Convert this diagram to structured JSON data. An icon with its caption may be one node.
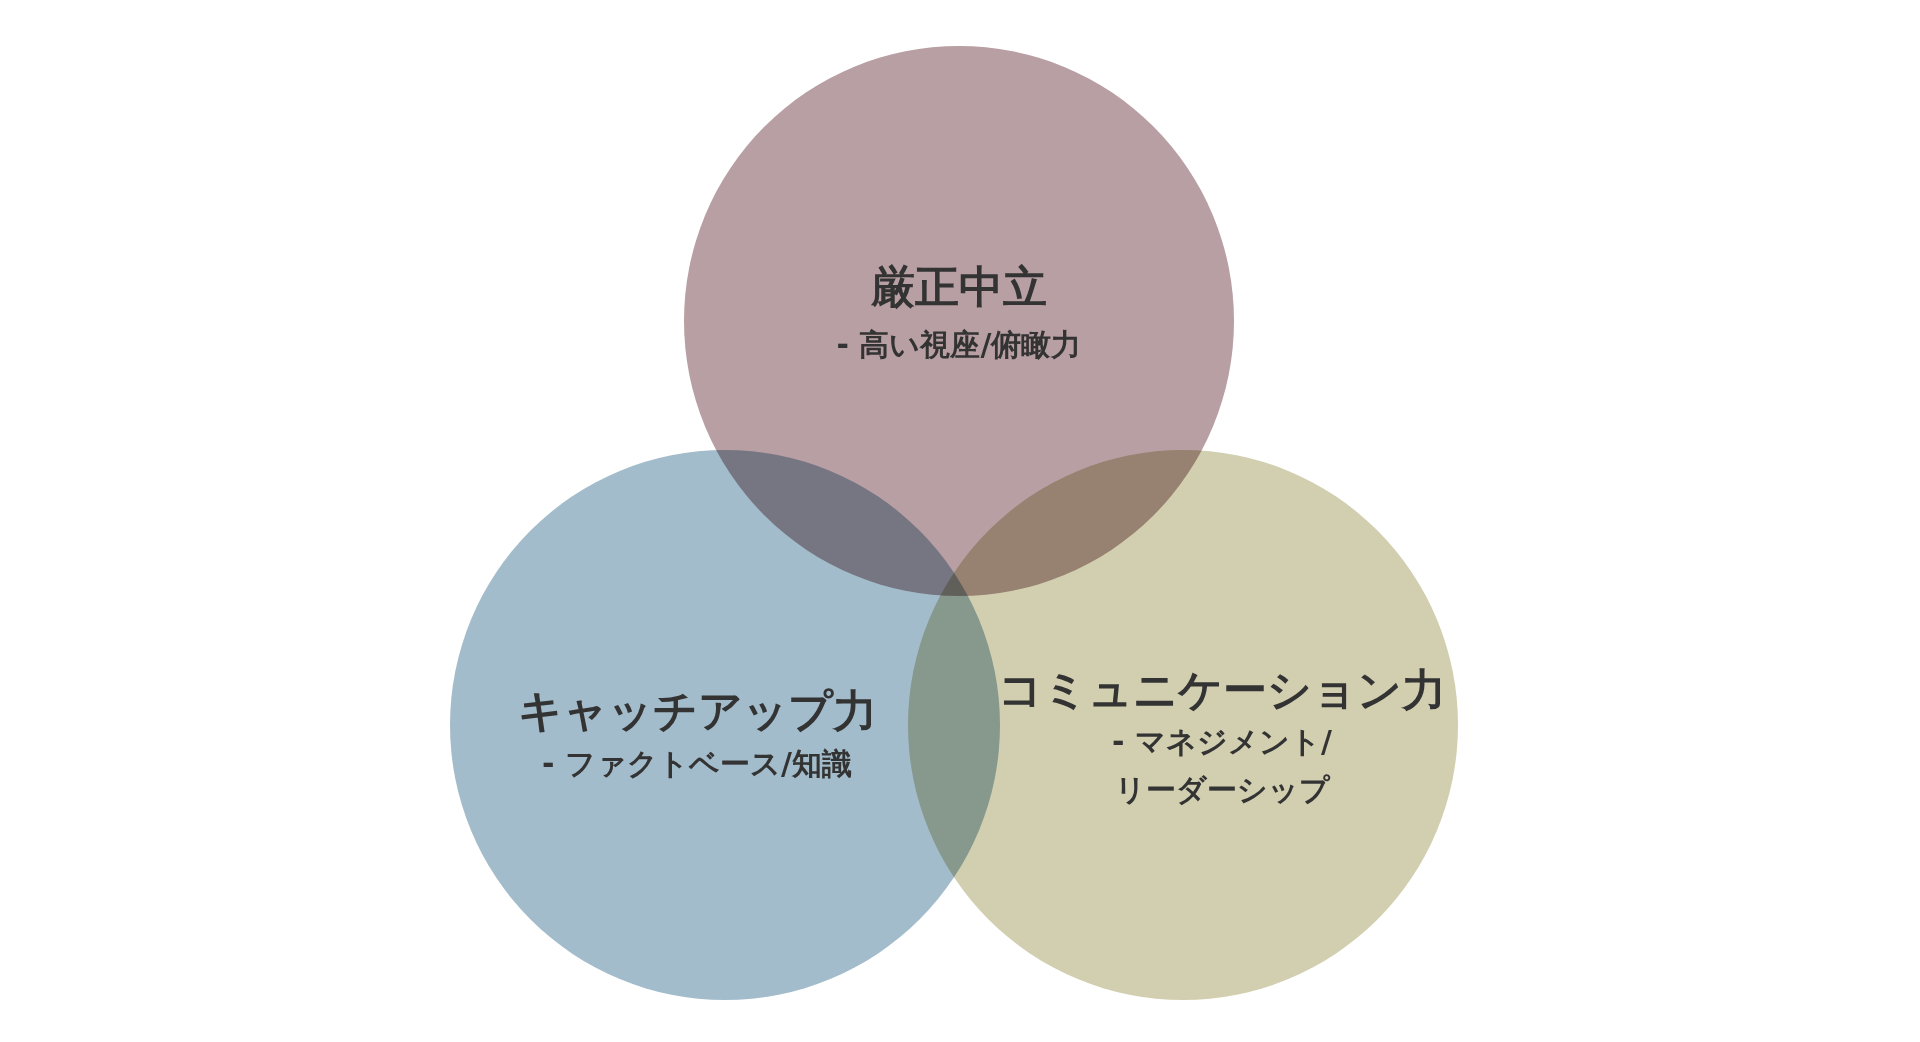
{
  "diagram": {
    "nodes": [
      {
        "text": [
          "厳正中立",
          "- 高い視座/俯瞰力"
        ]
      },
      {
        "text": [
          "キャッチアップ力",
          "- ファクトベース/知識"
        ]
      },
      {
        "text": [
          "コミュニケーション力",
          "- マネジメント/リーダーシップ"
        ]
      }
    ]
  }
}
